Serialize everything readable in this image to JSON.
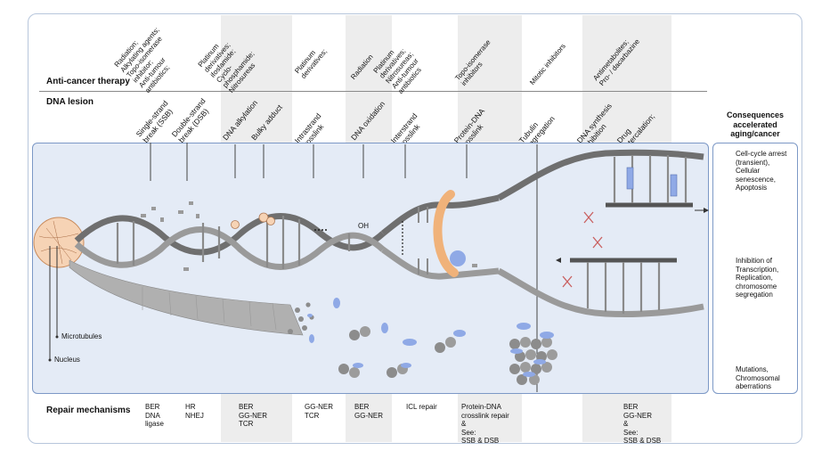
{
  "rows": {
    "therapy": "Anti-cancer therapy",
    "lesion": "DNA lesion",
    "repair": "Repair mechanisms"
  },
  "therapies": [
    "Radiation;\nAlkylating agents;\nTopo-isomerase\ninhibitor;\nAnti-tumour\nantibiotics;",
    "Platinum\nderivatives;\nifosfamide;\nCyclo-\nphosphamide;\nNitrosureas",
    "Platinum\nderivatives;",
    "Radiation",
    "Platinum\nderivatives;\nNitrosureas;\nAnti-tumour\nantibiotics",
    "Topo-isomerase\ninhibitors",
    "Mitotic inhibitors",
    "Antimetabolites;\nPro- / dacarbazine"
  ],
  "lesions": [
    "Single-strand\nbreak (SSB)",
    "Double-strand\nbreak (DSB)",
    "DNA alkylation",
    "Bulky adduct",
    "Intrastrand\ncrosslink",
    "DNA oxidation",
    "Interstrand\ncrosslink",
    "Protein-DNA\ncrosslink",
    "Tubulin\naggregation",
    "DNA synthesis\ninhibition",
    "Drug\nintercalation;"
  ],
  "repairs": [
    "BER\nDNA\nligase",
    "HR\nNHEJ",
    "BER\nGG-NER\nTCR",
    "GG-NER\nTCR",
    "BER\nGG-NER",
    "ICL repair",
    "Protein-DNA\ncrosslink repair\n&\nSee:\nSSB & DSB",
    "BER\nGG-NER\n&\nSee:\nSSB & DSB"
  ],
  "consequences": {
    "title": "Consequences\naccelerated\naging/cancer",
    "items": [
      "Cell-cycle arrest\n(transient),\nCellular\nsenescence,\nApoptosis",
      "Inhibition of\nTranscription,\nReplication,\nchromosome\nsegregation",
      "Mutations,\nChromosomal\naberrations"
    ]
  },
  "labels": {
    "oh": "OH",
    "microtubules": "Microtubules",
    "nucleus": "Nucleus"
  },
  "colors": {
    "panel": "#e4ebf6",
    "border": "#7c98c6",
    "dna": "#6f6f6f",
    "protein": "#f0b27a",
    "blue": "#8fa9e6"
  }
}
